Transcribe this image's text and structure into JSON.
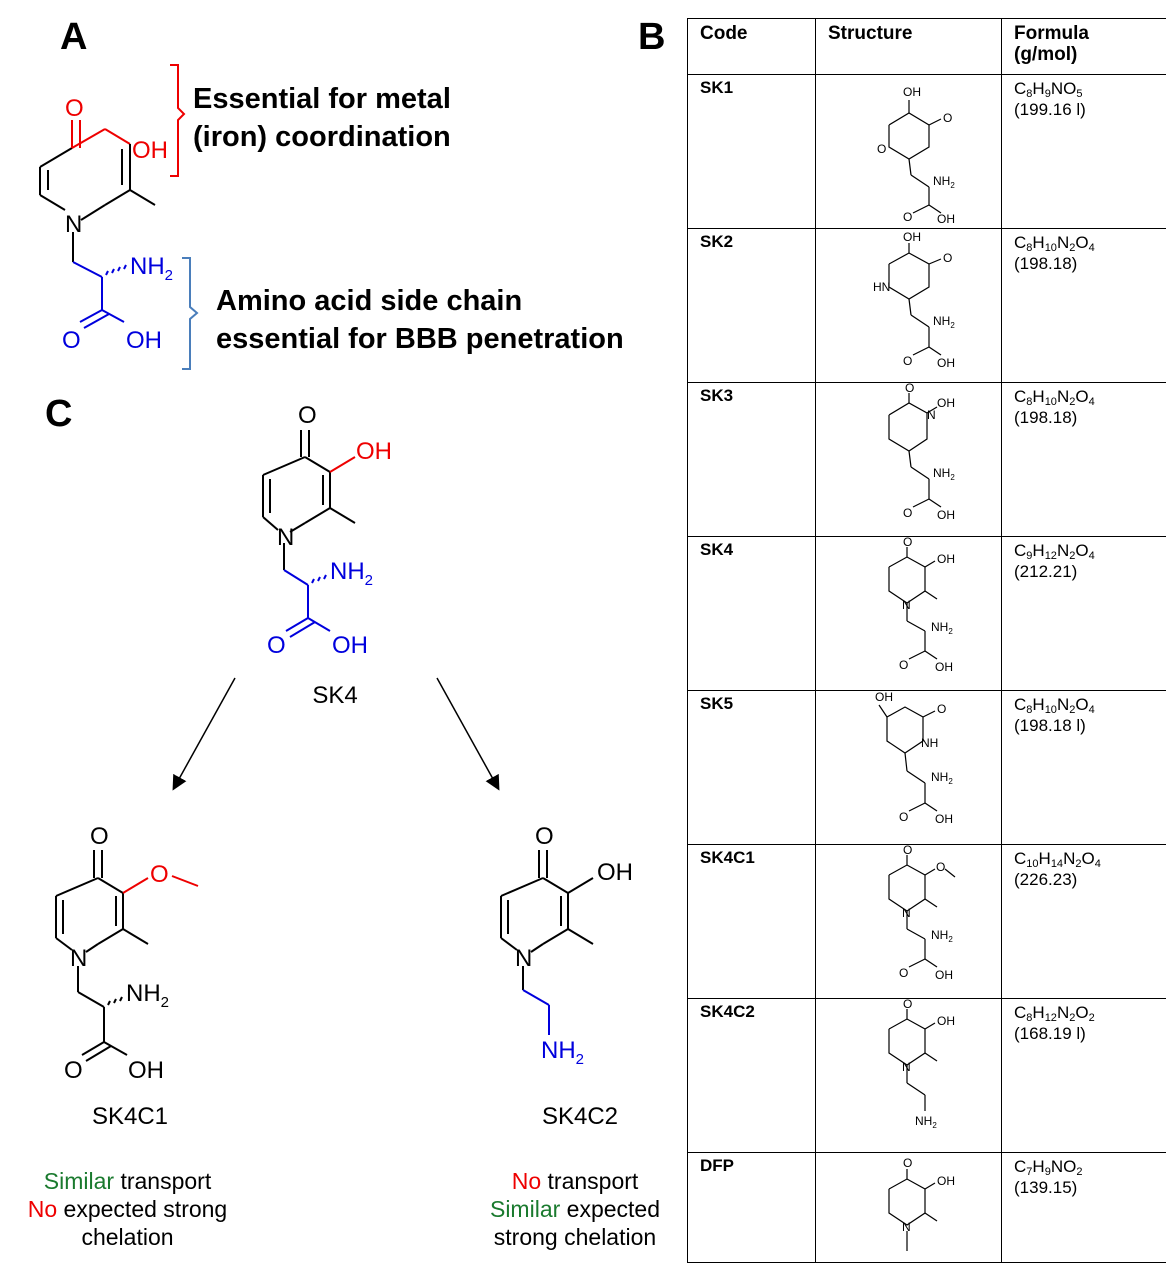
{
  "panels": {
    "a": "A",
    "b": "B",
    "c": "C"
  },
  "panelA": {
    "metal_line1": "Essential for metal",
    "metal_line2": "(iron) coordination",
    "amino_line1": "Amino acid side chain",
    "amino_line2": "essential for BBB penetration",
    "atoms": {
      "o": "O",
      "oh": "OH",
      "n": "N",
      "nh2": "NH",
      "two": "2"
    }
  },
  "panelB": {
    "headers": {
      "code": "Code",
      "structure": "Structure",
      "formula_l1": "Formula",
      "formula_l2": "(g/mol)"
    },
    "rows": [
      {
        "code": "SK1",
        "mw": "(199.16 l)"
      },
      {
        "code": "SK2",
        "mw": "(198.18)"
      },
      {
        "code": "SK3",
        "mw": "(198.18)"
      },
      {
        "code": "SK4",
        "mw": "(212.21)"
      },
      {
        "code": "SK5",
        "mw": "(198.18 l)"
      },
      {
        "code": "SK4C1",
        "mw": "(226.23)"
      },
      {
        "code": "SK4C2",
        "mw": "(168.19 l)"
      },
      {
        "code": "DFP",
        "mw": "(139.15)"
      }
    ]
  },
  "panelC": {
    "parent_label": "SK4",
    "left_label": "SK4C1",
    "right_label": "SK4C2",
    "left_desc": {
      "w1": "Similar",
      "w2": " transport",
      "w3": "No",
      "w4": " expected strong",
      "w5": "chelation"
    },
    "right_desc": {
      "w1": "No",
      "w2": " transport",
      "w3": "Similar",
      "w4": " expected",
      "w5": "strong chelation"
    }
  },
  "colors": {
    "red": "#ee0000",
    "blue": "#0000dd",
    "green": "#1a7a2e",
    "black": "#000000"
  }
}
